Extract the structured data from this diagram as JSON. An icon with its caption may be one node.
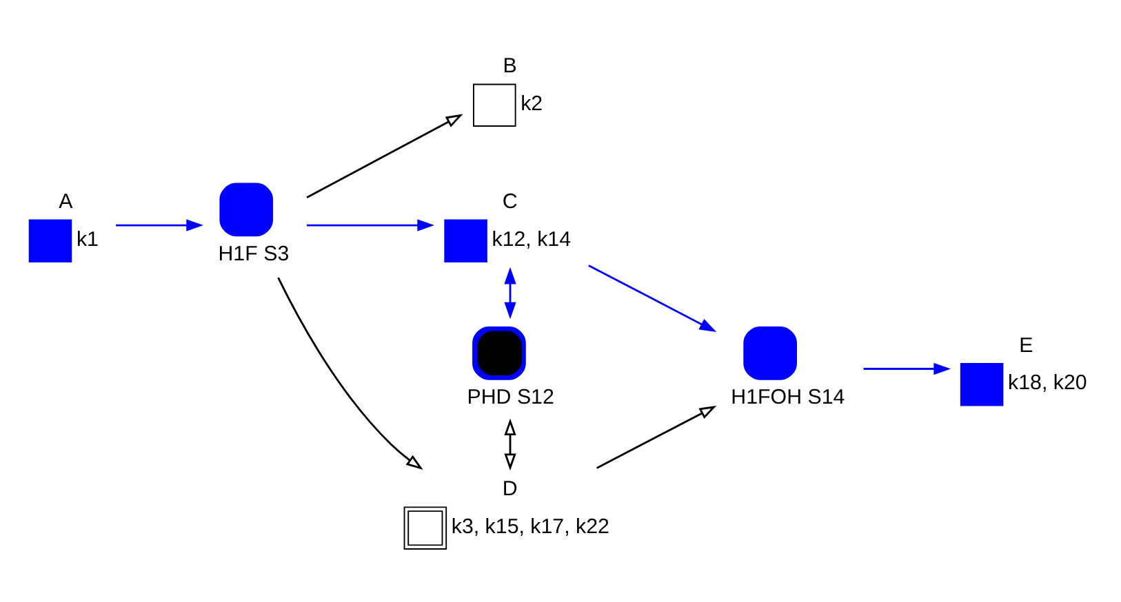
{
  "diagram": {
    "nodes": [
      {
        "text": [
          "B"
        ],
        "beside": [
          "k2"
        ]
      },
      {
        "text": [
          "C"
        ],
        "beside": [
          "k12, k14"
        ]
      },
      {
        "text": [
          "E"
        ],
        "beside": [
          "k18, k20"
        ]
      },
      {
        "text": [
          "A"
        ],
        "beside": [
          "k1"
        ]
      },
      {
        "text": [
          "H1F S3"
        ]
      },
      {
        "text": [
          "PHD S12"
        ]
      },
      {
        "text": [
          "H1FOH S14"
        ]
      },
      {
        "text": [
          "D"
        ],
        "beside": [
          "k3, k15, k17, k22"
        ]
      }
    ],
    "edges": [
      {
        "from": 3,
        "to": 4,
        "arrow": "to"
      },
      {
        "from": 4,
        "to": 0,
        "arrow": "to",
        "color": "#000000"
      },
      {
        "from": 4,
        "to": 1,
        "arrow": "to"
      },
      {
        "from": 1,
        "to": 5,
        "arrow": "both"
      },
      {
        "from": 1,
        "to": 6,
        "arrow": "to"
      },
      {
        "from": 6,
        "to": 2,
        "arrow": "to"
      },
      {
        "from": 4,
        "to": 7,
        "arrow": "to",
        "color": "#000000"
      },
      {
        "from": 5,
        "to": 7,
        "arrow": "both",
        "color": "#000000"
      },
      {
        "from": 7,
        "to": 6,
        "arrow": "to",
        "color": "#000000"
      }
    ]
  }
}
